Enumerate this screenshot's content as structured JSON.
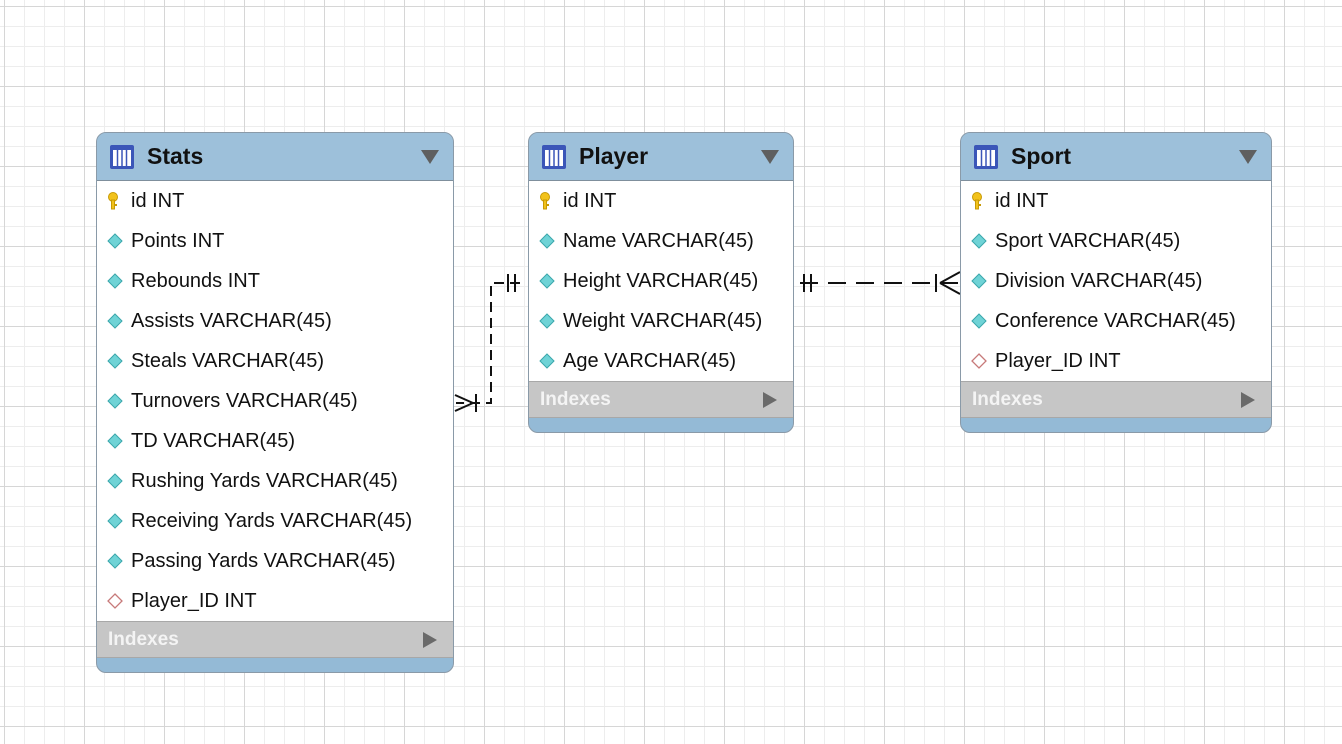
{
  "diagram": {
    "tables": [
      {
        "name": "Stats",
        "columns": [
          {
            "label": "id INT",
            "kind": "primary-key"
          },
          {
            "label": "Points INT",
            "kind": "column"
          },
          {
            "label": "Rebounds INT",
            "kind": "column"
          },
          {
            "label": "Assists VARCHAR(45)",
            "kind": "column"
          },
          {
            "label": "Steals VARCHAR(45)",
            "kind": "column"
          },
          {
            "label": "Turnovers VARCHAR(45)",
            "kind": "column"
          },
          {
            "label": "TD VARCHAR(45)",
            "kind": "column"
          },
          {
            "label": "Rushing Yards VARCHAR(45)",
            "kind": "column"
          },
          {
            "label": "Receiving Yards VARCHAR(45)",
            "kind": "column"
          },
          {
            "label": "Passing Yards VARCHAR(45)",
            "kind": "column"
          },
          {
            "label": "Player_ID INT",
            "kind": "foreign-key"
          }
        ],
        "indexes_label": "Indexes"
      },
      {
        "name": "Player",
        "columns": [
          {
            "label": "id INT",
            "kind": "primary-key"
          },
          {
            "label": "Name VARCHAR(45)",
            "kind": "column"
          },
          {
            "label": "Height VARCHAR(45)",
            "kind": "column"
          },
          {
            "label": "Weight VARCHAR(45)",
            "kind": "column"
          },
          {
            "label": "Age VARCHAR(45)",
            "kind": "column"
          }
        ],
        "indexes_label": "Indexes"
      },
      {
        "name": "Sport",
        "columns": [
          {
            "label": "id INT",
            "kind": "primary-key"
          },
          {
            "label": "Sport VARCHAR(45)",
            "kind": "column"
          },
          {
            "label": "Division VARCHAR(45)",
            "kind": "column"
          },
          {
            "label": "Conference VARCHAR(45)",
            "kind": "column"
          },
          {
            "label": "Player_ID INT",
            "kind": "foreign-key"
          }
        ],
        "indexes_label": "Indexes"
      }
    ],
    "relationships": [
      {
        "from": "Player",
        "to": "Stats",
        "from_cardinality": "one-and-only-one",
        "to_cardinality": "one-or-many",
        "style": "dashed"
      },
      {
        "from": "Player",
        "to": "Sport",
        "from_cardinality": "one-and-only-one",
        "to_cardinality": "one-or-many",
        "style": "dashed"
      }
    ],
    "icons": {
      "table": "table-icon",
      "primary_key": "key-icon",
      "column": "column-diamond-icon",
      "foreign_key": "foreign-key-diamond-icon",
      "collapse": "collapse-triangle-icon",
      "expand": "expand-triangle-icon"
    },
    "colors": {
      "header": "#9dc0da",
      "indexes_bar": "#c6c6c6",
      "column_diamond": "#6fd3d6",
      "foreign_key_diamond": "#c77a7a",
      "key": "#f2c21b",
      "grid": "#ededed"
    }
  }
}
